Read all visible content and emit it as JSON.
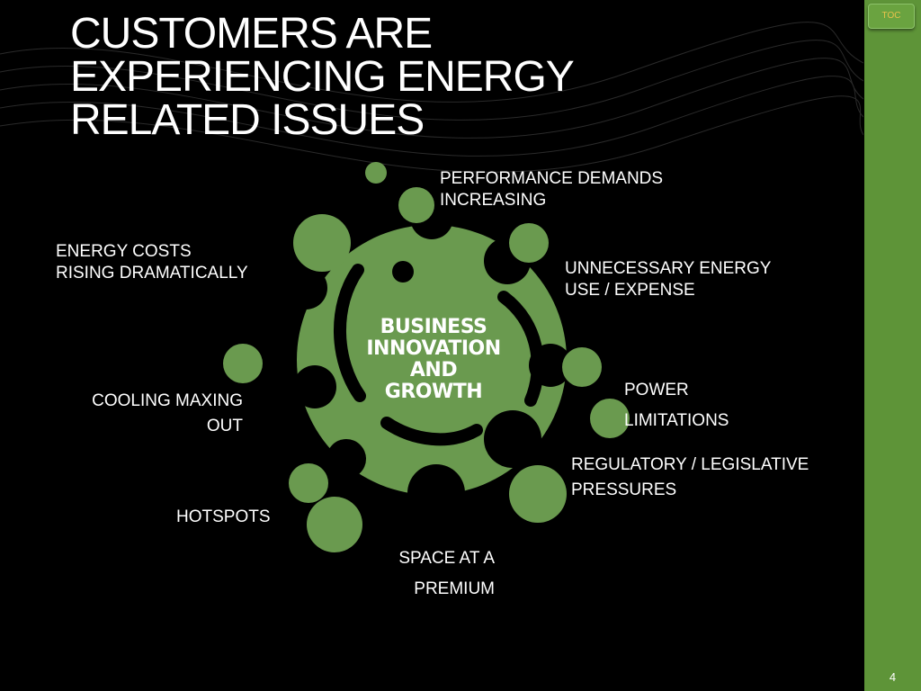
{
  "slide": {
    "title": "CUSTOMERS ARE\nEXPERIENCING ENERGY\nRELATED ISSUES",
    "center_label": "BUSINESS\nINNOVATION\nAND\nGROWTH",
    "issues": {
      "performance": "PERFORMANCE DEMANDS\n   INCREASING",
      "energy_costs": "ENERGY COSTS\n RISING DRAMATICALLY",
      "unnecessary": "UNNECESSARY ENERGY\n   USE / EXPENSE",
      "power": "POWER\n  LIMITATIONS",
      "cooling": "COOLING MAXING\nOUT",
      "regulatory": "REGULATORY / LEGISLATIVE\n   PRESSURES",
      "hotspots": "HOTSPOTS",
      "space": "SPACE AT A\nPREMIUM"
    }
  },
  "sidebar": {
    "toc_label": "TOC",
    "page_number": "4"
  },
  "colors": {
    "background": "#000000",
    "accent_green": "#6a9a4f",
    "sidebar_green": "#5e9438"
  }
}
